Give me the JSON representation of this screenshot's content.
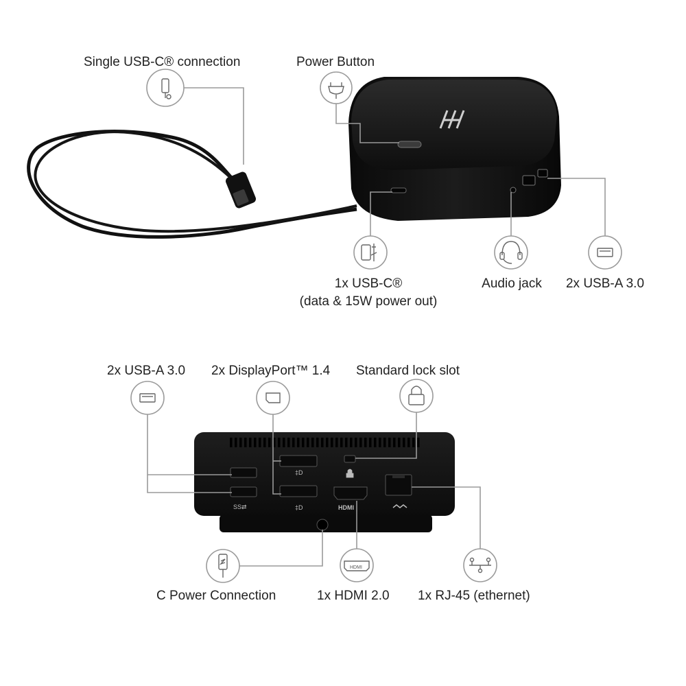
{
  "callouts": {
    "single_usbc": "Single USB-C® connection",
    "power_button": "Power Button",
    "usbc_front_line1": "1x USB-C®",
    "usbc_front_line2": "(data & 15W power out)",
    "audio_jack": "Audio jack",
    "usba_front": "2x USB-A 3.0",
    "usba_rear": "2x USB-A 3.0",
    "displayport": "2x DisplayPort™ 1.4",
    "lock_slot": "Standard lock slot",
    "power_connection": "C Power Connection",
    "hdmi": "1x HDMI 2.0",
    "rj45": "1x RJ-45 (ethernet)"
  },
  "port_labels": {
    "usb_ss": "SS⇄",
    "hdmi": "HDMI",
    "hdmi_icon_text": "HDMI",
    "dp_mark": "‡D"
  },
  "colors": {
    "device": "#141414",
    "lead_line": "#9a9a9a",
    "text": "#222222"
  }
}
